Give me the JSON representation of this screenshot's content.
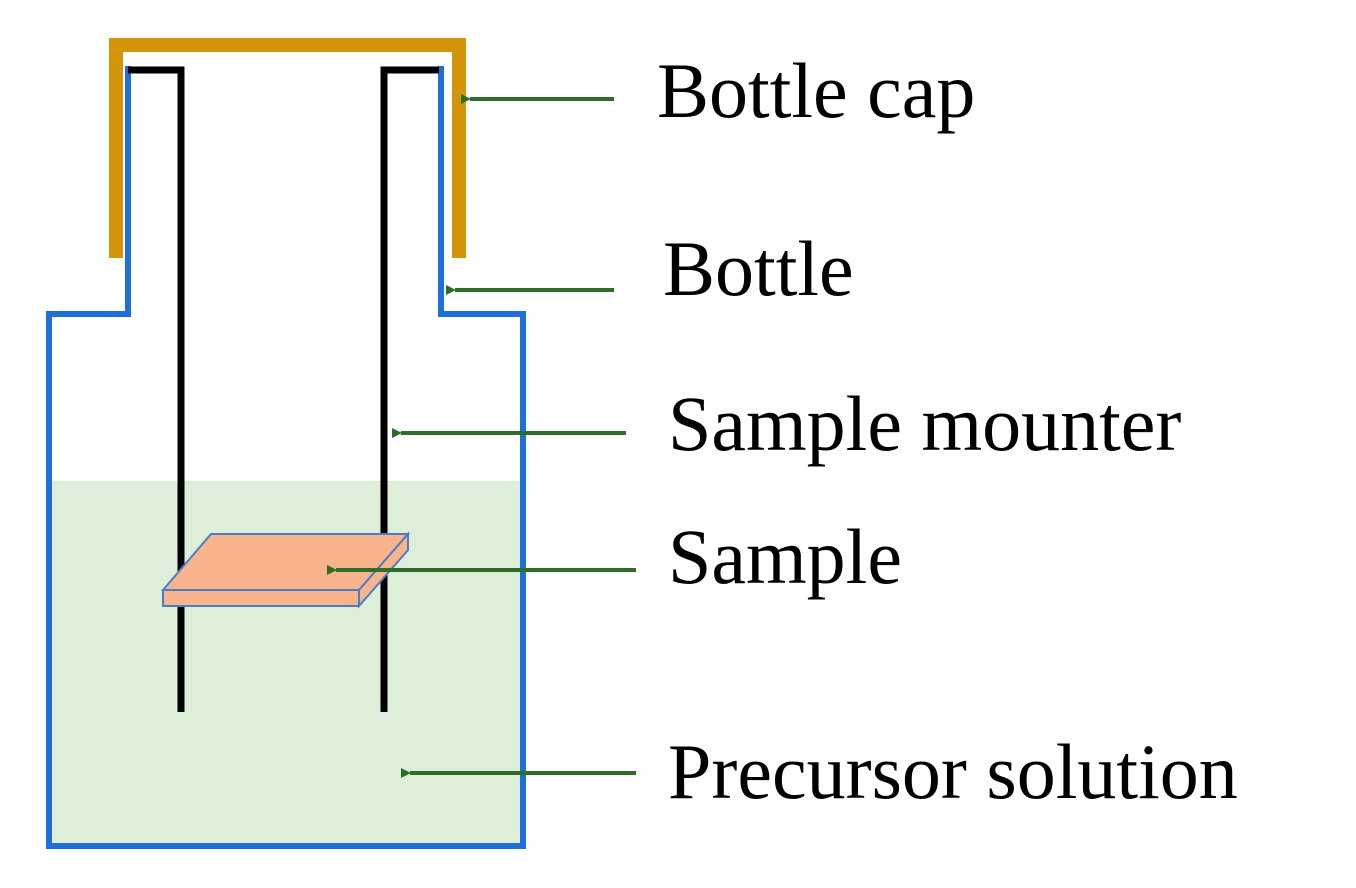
{
  "labels": {
    "bottle_cap": "Bottle cap",
    "bottle": "Bottle",
    "sample_mounter": "Sample mounter",
    "sample": "Sample",
    "precursor_solution": "Precursor solution"
  },
  "colors": {
    "cap": "#D4950A",
    "bottle_outline": "#1E6FD9",
    "solution_fill": "#DDEFD8",
    "sample_top": "#F9B48E",
    "sample_edge": "#4A7EC4",
    "mounter": "#000000",
    "arrow": "#2E6E2A"
  }
}
